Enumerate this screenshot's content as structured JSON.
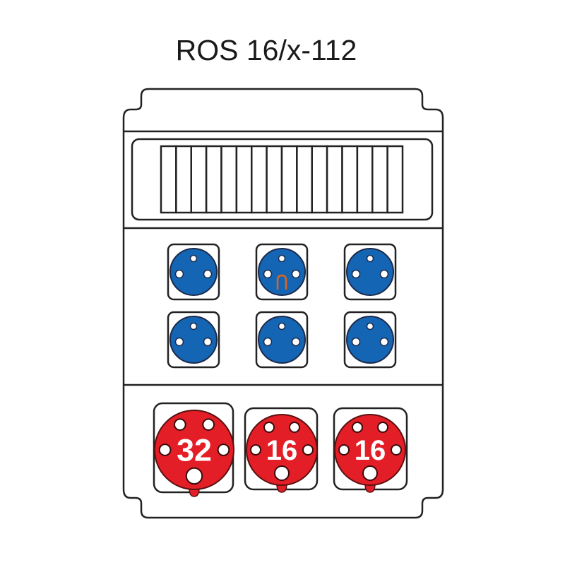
{
  "title": "ROS 16/x-112",
  "breaker_modules": 16,
  "schuko_sockets": [
    {
      "row": 1,
      "col": 1,
      "type": "230V",
      "pin": false
    },
    {
      "row": 1,
      "col": 2,
      "type": "230V",
      "pin": true
    },
    {
      "row": 1,
      "col": 3,
      "type": "230V",
      "pin": false
    },
    {
      "row": 2,
      "col": 1,
      "type": "230V",
      "pin": false
    },
    {
      "row": 2,
      "col": 2,
      "type": "230V",
      "pin": false
    },
    {
      "row": 2,
      "col": 3,
      "type": "230V",
      "pin": false
    }
  ],
  "cee_sockets": [
    {
      "rating": "32"
    },
    {
      "rating": "16"
    },
    {
      "rating": "16"
    }
  ],
  "colors": {
    "blue": "#1565b5",
    "red": "#e41e26",
    "pin": "#e0651a",
    "outline": "#222222"
  }
}
